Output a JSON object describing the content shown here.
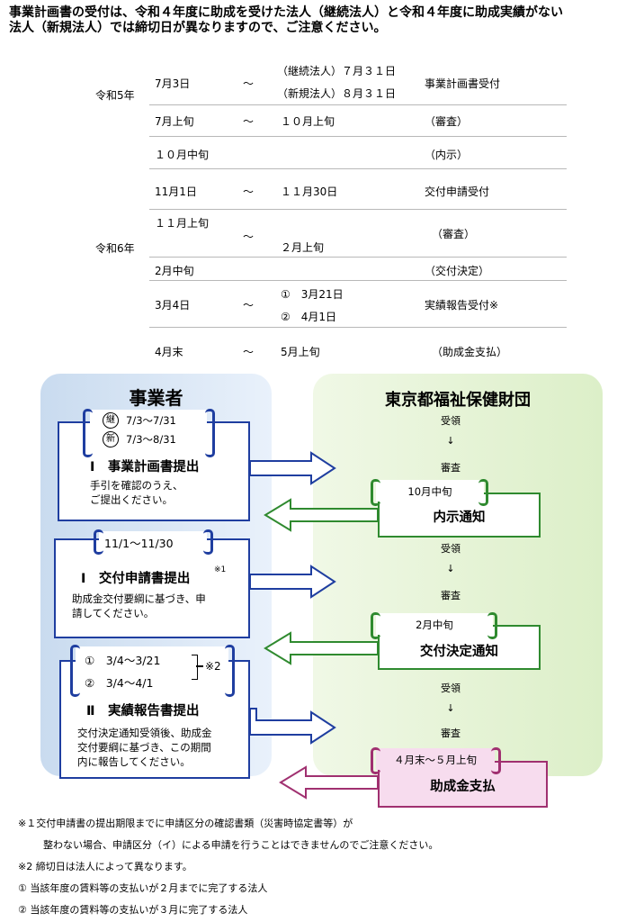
{
  "intro": {
    "line1": "事業計画書の受付は、令和４年度に助成を受けた法人（継続法人）と令和４年度に助成実績がない",
    "line2": "法人（新規法人）では締切日が異なりますので、ご注意ください。"
  },
  "schedule": {
    "year1": "令和5年",
    "year2": "令和6年",
    "tilde": "～",
    "rows": [
      {
        "start": "7月3日",
        "end1": "（継続法人）７月３１日",
        "end2": "（新規法人）８月３１日",
        "desc": "事業計画書受付"
      },
      {
        "start": "7月上旬",
        "end1": "１０月上旬",
        "desc": "（審査）"
      },
      {
        "start": "１０月中旬",
        "desc": "（内示）"
      },
      {
        "start": "11月1日",
        "end1": "１１月30日",
        "desc": "交付申請受付"
      },
      {
        "start": "１１月上旬",
        "end1": "２月上旬",
        "desc": "（審査）"
      },
      {
        "start": "2月中旬",
        "desc": "（交付決定）"
      },
      {
        "start": "3月4日",
        "end1": "①　3月21日",
        "end2": "②　4月1日",
        "desc": "実績報告受付※"
      },
      {
        "start": "4月末",
        "end1": "5月上旬",
        "desc": "（助成金支払）"
      }
    ]
  },
  "flow": {
    "left_title": "事業者",
    "right_title": "東京都福祉保健財団",
    "step1": {
      "badge_cont": "継",
      "date_cont": "7/3～7/31",
      "badge_new": "新",
      "date_new": "7/3～8/31",
      "title": "Ⅰ　事業計画書提出",
      "desc1": "手引を確認のうえ、",
      "desc2": "ご提出ください。"
    },
    "step2": {
      "date": "11/1～11/30",
      "title": "Ⅰ　交付申請書提出",
      "mark": "※1",
      "desc1": "助成金交付要綱に基づき、申",
      "desc2": "請してください。"
    },
    "step3": {
      "date1": "①　3/4～3/21",
      "date2": "②　3/4～4/1",
      "mark": "※2",
      "title": "Ⅱ　実績報告書提出",
      "desc1": "交付決定通知受領後、助成金",
      "desc2": "交付要綱に基づき、この期間",
      "desc3": "内に報告してください。"
    },
    "receive": "受領",
    "down": "↓",
    "review": "審査",
    "r1": {
      "date": "10月中旬",
      "title": "内示通知"
    },
    "r2": {
      "date": "2月中旬",
      "title": "交付決定通知"
    },
    "r3": {
      "date": "４月末～５月上旬",
      "title": "助成金支払"
    }
  },
  "notes": {
    "n1a": "※１交付申請書の提出期限までに申請区分の確認書類（災害時協定書等）が",
    "n1b": "整わない場合、申請区分（イ）による申請を行うことはできませんのでご注意ください。",
    "n2": "※2  締切日は法人によって異なります。",
    "n3": "①  当該年度の賃料等の支払いが２月までに完了する法人",
    "n4": "②  当該年度の賃料等の支払いが３月に完了する法人"
  },
  "colors": {
    "blue": "#1f3ea0",
    "green": "#2f8a2f",
    "pink": "#a03070"
  }
}
